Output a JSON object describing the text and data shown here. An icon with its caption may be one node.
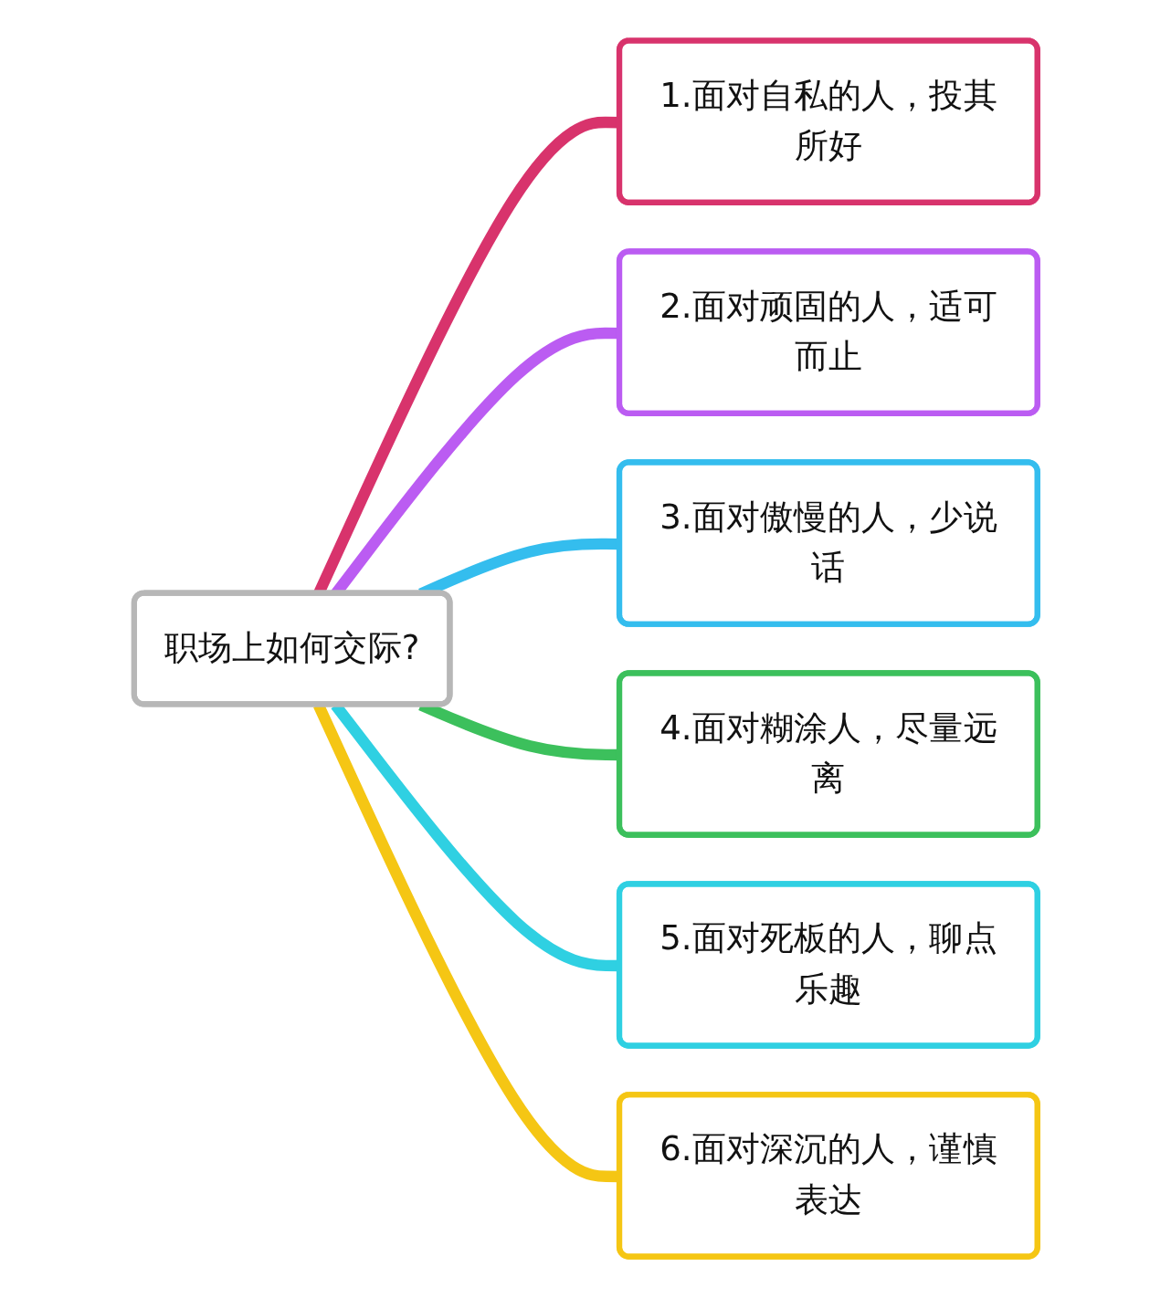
{
  "diagram": {
    "nodes": [
      {
        "text": [
          "职场上如何交际?"
        ]
      },
      {
        "text": [
          "1.面对自私的人，投其所好"
        ]
      },
      {
        "text": [
          "2.面对顽固的人，适可而止"
        ]
      },
      {
        "text": [
          "3.面对傲慢的人，少说话"
        ]
      },
      {
        "text": [
          "4.面对糊涂人，尽量远离"
        ]
      },
      {
        "text": [
          "5.面对死板的人，聊点乐趣"
        ]
      },
      {
        "text": [
          "6.面对深沉的人，谨慎表达"
        ]
      }
    ],
    "edges": [
      {
        "from": 0,
        "to": 1,
        "arrow": "none",
        "color": "#d8336c"
      },
      {
        "from": 0,
        "to": 2,
        "arrow": "none",
        "color": "#bb5cf2"
      },
      {
        "from": 0,
        "to": 3,
        "arrow": "none",
        "color": "#34bdee"
      },
      {
        "from": 0,
        "to": 4,
        "arrow": "none",
        "color": "#3cc05c"
      },
      {
        "from": 0,
        "to": 5,
        "arrow": "none",
        "color": "#2fd0e2"
      },
      {
        "from": 0,
        "to": 6,
        "arrow": "none",
        "color": "#f5c614"
      }
    ]
  }
}
